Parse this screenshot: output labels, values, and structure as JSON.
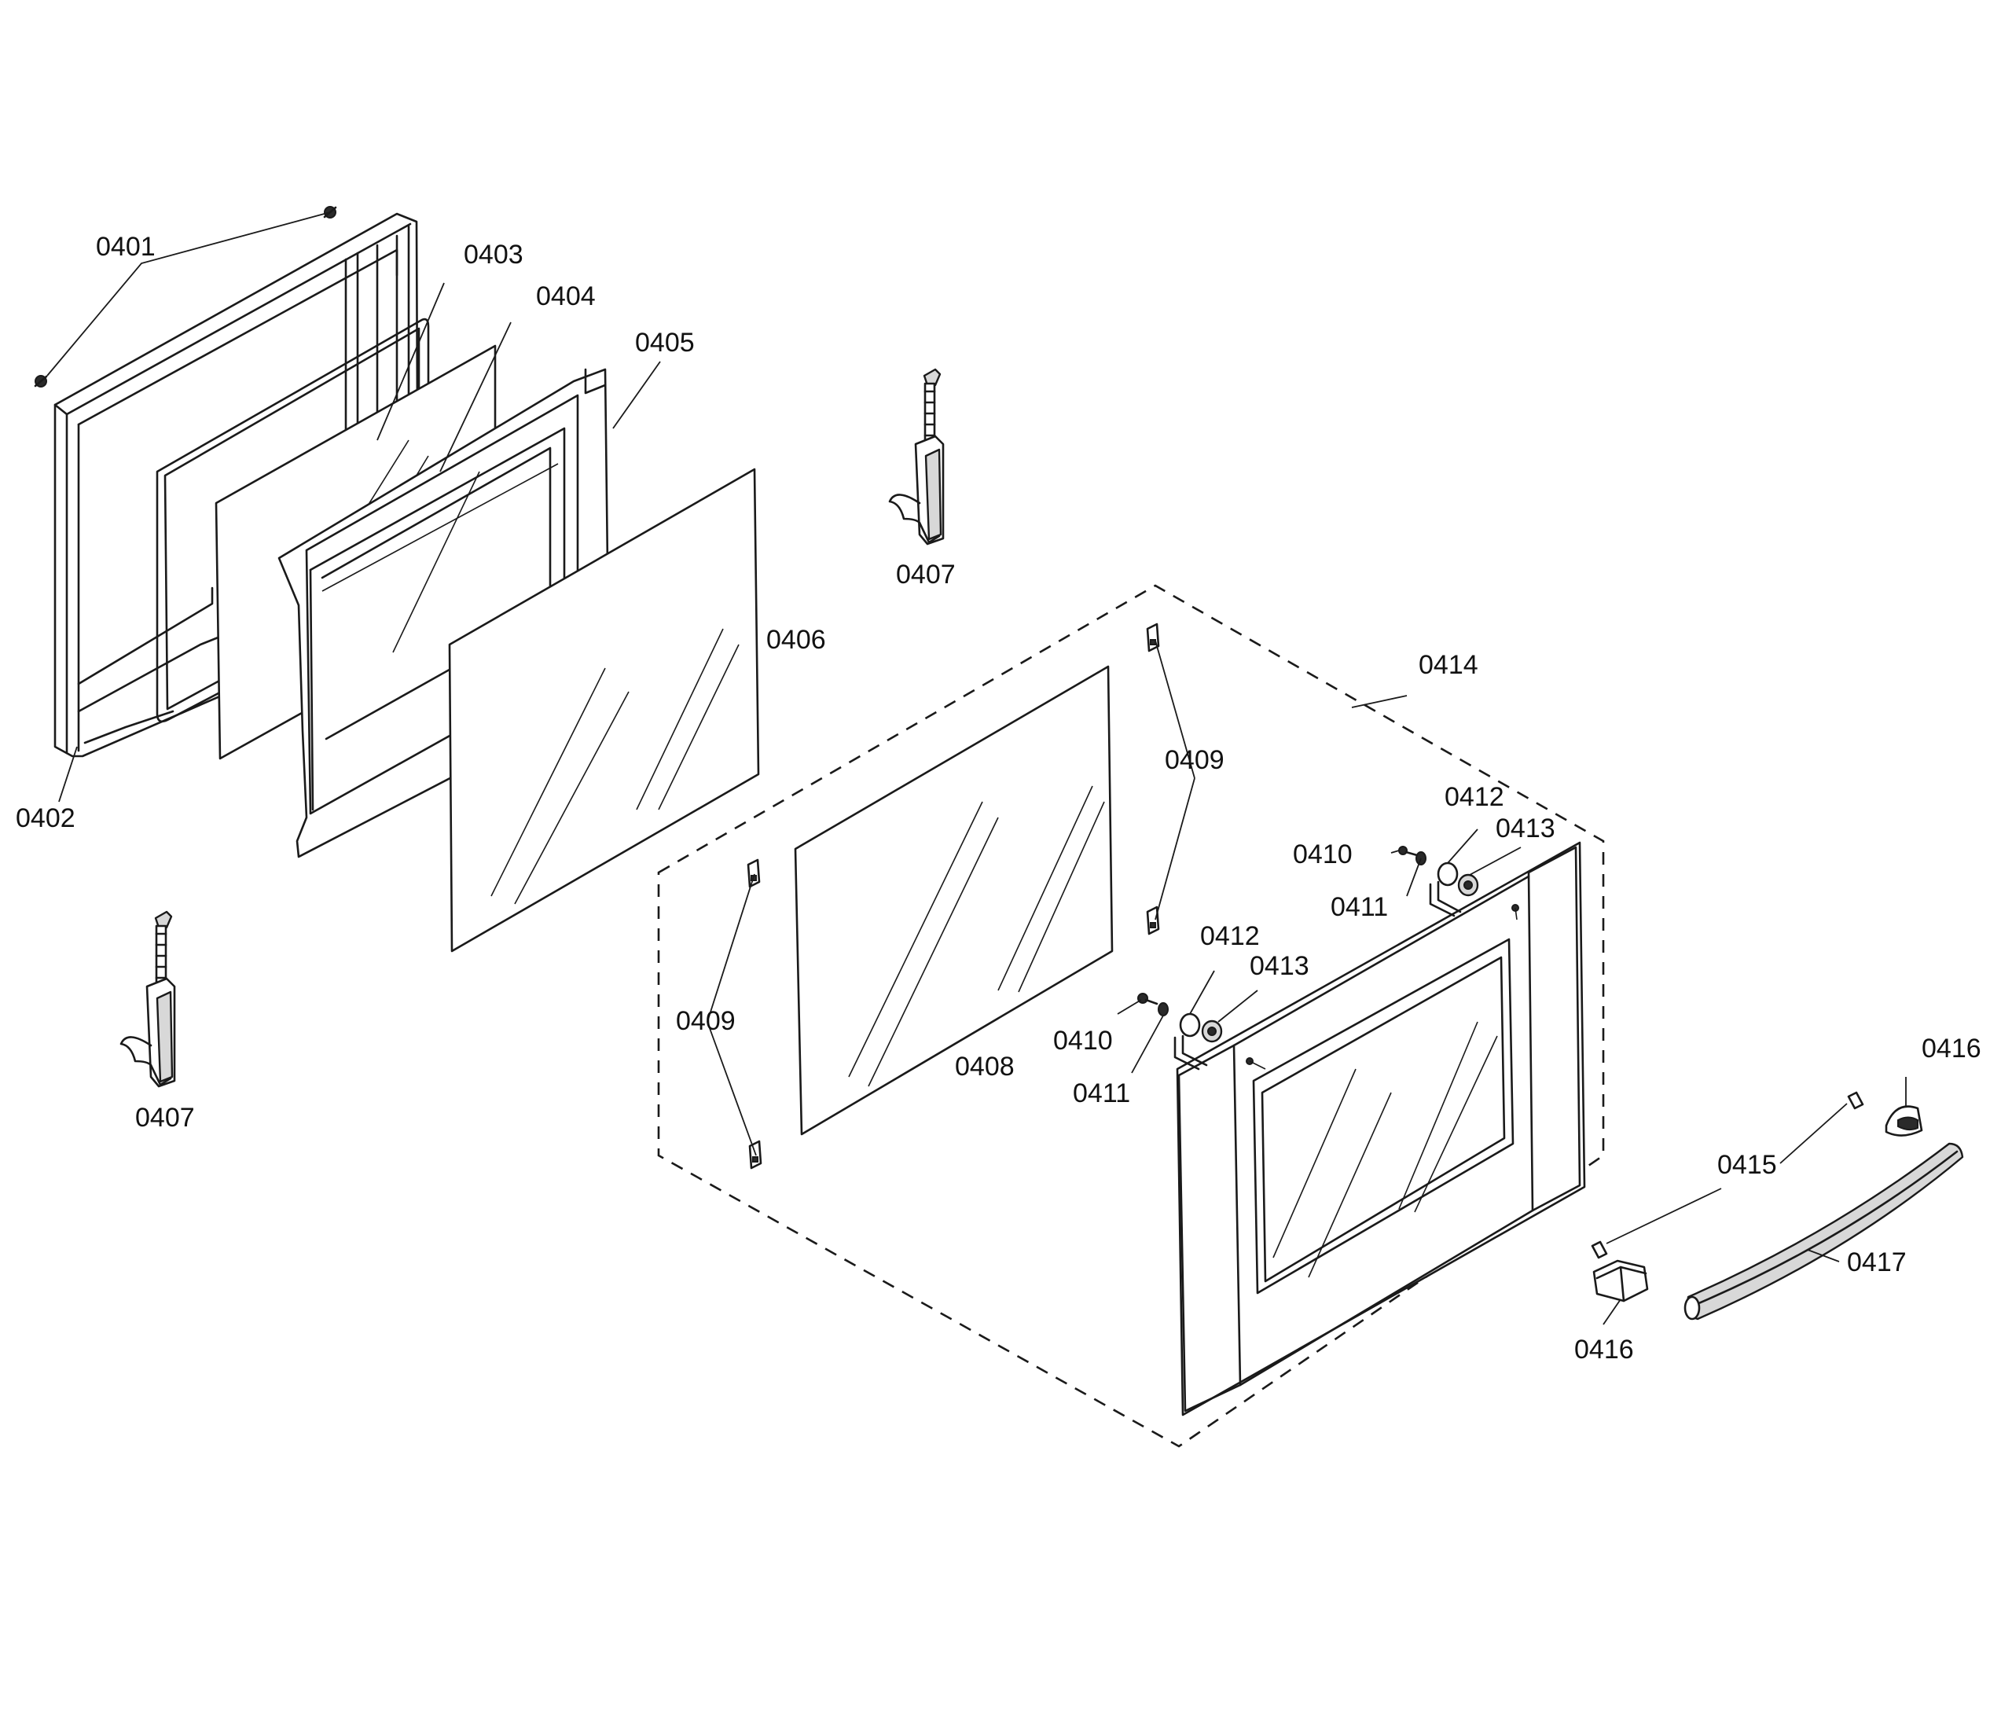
{
  "callouts": {
    "p0401": "0401",
    "p0402": "0402",
    "p0403": "0403",
    "p0404": "0404",
    "p0405": "0405",
    "p0406": "0406",
    "p0407a": "0407",
    "p0407b": "0407",
    "p0408": "0408",
    "p0409a": "0409",
    "p0409b": "0409",
    "p0410a": "0410",
    "p0410b": "0410",
    "p0411a": "0411",
    "p0411b": "0411",
    "p0412a": "0412",
    "p0412b": "0412",
    "p0413a": "0413",
    "p0413b": "0413",
    "p0414": "0414",
    "p0415": "0415",
    "p0416a": "0416",
    "p0416b": "0416",
    "p0417": "0417"
  }
}
